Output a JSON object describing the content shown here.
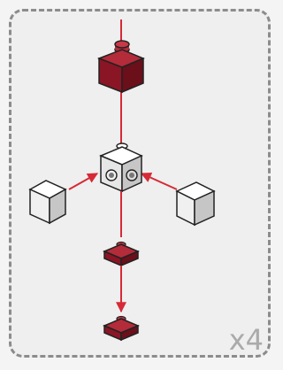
{
  "instruction_card": {
    "quantity": "x4",
    "colors": {
      "arrow": "#d62a36",
      "red_brick_top": "#b42b3a",
      "red_brick_front": "#8a1524",
      "red_brick_side": "#6b0f1b",
      "white_brick_top": "#ffffff",
      "white_brick_front": "#e6e6e6",
      "white_brick_side": "#c6c6c6",
      "outline": "#222222"
    },
    "parts": [
      {
        "name": "red-2x2-brick",
        "icon": "red-brick-icon"
      },
      {
        "name": "white-brick-with-studs-on-sides",
        "icon": "white-center-brick-icon"
      },
      {
        "name": "white-1x1-brick-left",
        "icon": "white-brick-icon"
      },
      {
        "name": "white-1x1-brick-right",
        "icon": "white-brick-icon"
      },
      {
        "name": "red-round-plate-upper",
        "icon": "red-plate-icon"
      },
      {
        "name": "red-round-plate-lower",
        "icon": "red-plate-icon"
      }
    ]
  }
}
